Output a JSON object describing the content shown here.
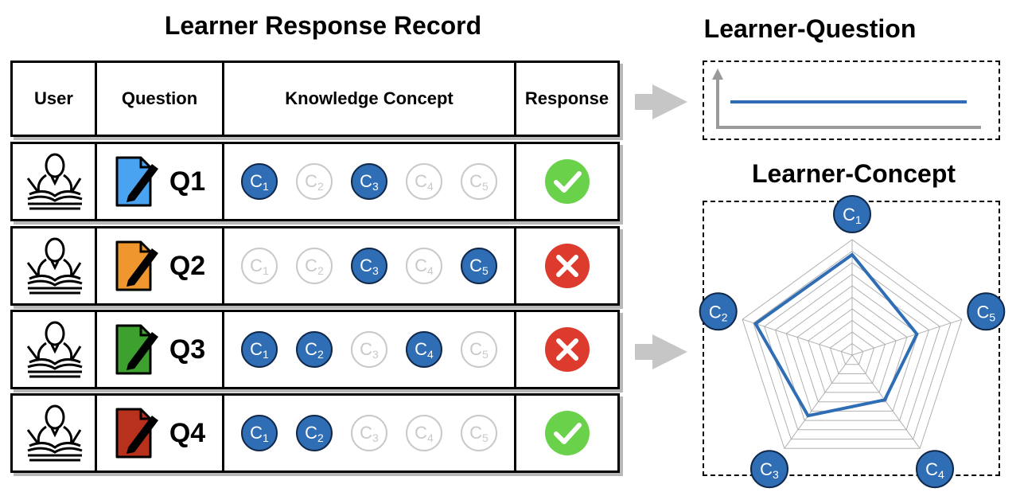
{
  "left_title": "Learner Response Record",
  "headers": {
    "user": "User",
    "question": "Question",
    "concept": "Knowledge Concept",
    "response": "Response"
  },
  "rows": [
    {
      "question": "Q1",
      "doc_color": "#4aa3f0",
      "concepts": [
        1,
        0,
        1,
        0,
        0
      ],
      "correct": true
    },
    {
      "question": "Q2",
      "doc_color": "#f0962e",
      "concepts": [
        0,
        0,
        1,
        0,
        1
      ],
      "correct": false
    },
    {
      "question": "Q3",
      "doc_color": "#3ea02f",
      "concepts": [
        1,
        1,
        0,
        1,
        0
      ],
      "correct": false
    },
    {
      "question": "Q4",
      "doc_color": "#b8311d",
      "concepts": [
        1,
        1,
        0,
        0,
        0
      ],
      "correct": true
    }
  ],
  "concept_letter": "C",
  "concept_subscripts": [
    "1",
    "2",
    "3",
    "4",
    "5"
  ],
  "lq_title": "Learner-Question",
  "lc_title": "Learner-Concept",
  "radar_labels": [
    "C1",
    "C2",
    "C3",
    "C4",
    "C5"
  ],
  "radar_values": [
    0.87,
    0.88,
    0.65,
    0.48,
    0.59
  ],
  "colors": {
    "concept_on": "#2f6db5",
    "concept_off": "#c9c9c9",
    "correct": "#6ad14a",
    "wrong": "#dd3b2e",
    "line": "#2f6db5",
    "arrow": "#c6c6c6"
  }
}
